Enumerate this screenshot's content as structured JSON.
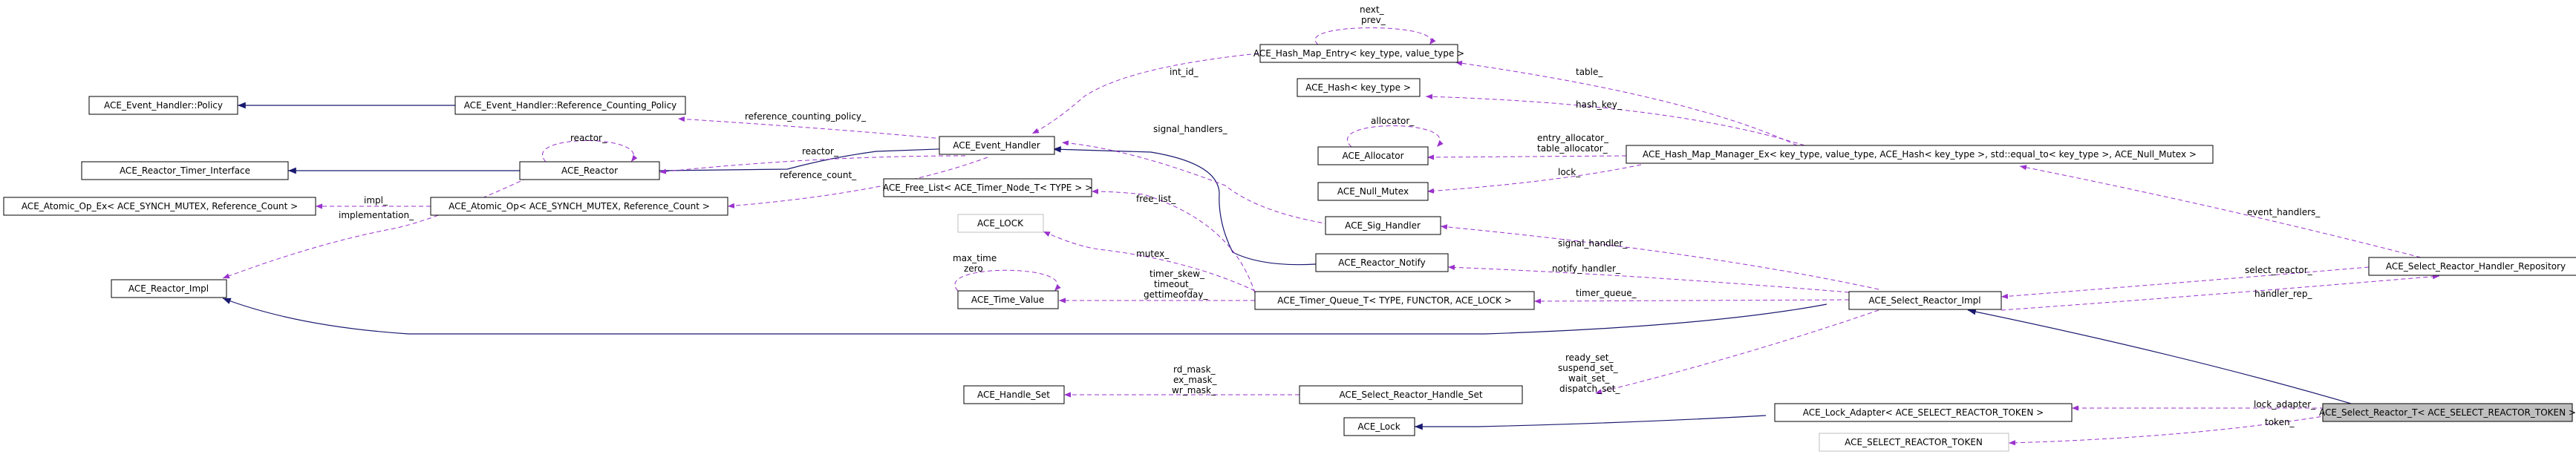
{
  "nodes": {
    "hash_map_entry": "ACE_Hash_Map_Entry< key_type, value_type >",
    "policy": "ACE_Event_Handler::Policy",
    "ref_counting_policy": "ACE_Event_Handler::Reference_Counting_Policy",
    "event_handler": "ACE_Event_Handler",
    "hash": "ACE_Hash< key_type >",
    "timer_interface": "ACE_Reactor_Timer_Interface",
    "reactor": "ACE_Reactor",
    "allocator": "ACE_Allocator",
    "hash_map_manager": "ACE_Hash_Map_Manager_Ex< key_type, value_type, ACE_Hash< key_type >, std::equal_to< key_type >, ACE_Null_Mutex >",
    "null_mutex": "ACE_Null_Mutex",
    "atomic_op_ex": "ACE_Atomic_Op_Ex< ACE_SYNCH_MUTEX, Reference_Count >",
    "atomic_op": "ACE_Atomic_Op< ACE_SYNCH_MUTEX, Reference_Count >",
    "free_list": "ACE_Free_List< ACE_Timer_Node_T< TYPE > >",
    "sig_handler": "ACE_Sig_Handler",
    "ace_lock_grey": "ACE_LOCK",
    "reactor_notify": "ACE_Reactor_Notify",
    "handler_repository": "ACE_Select_Reactor_Handler_Repository",
    "reactor_impl": "ACE_Reactor_Impl",
    "time_value": "ACE_Time_Value",
    "timer_queue": "ACE_Timer_Queue_T< TYPE, FUNCTOR, ACE_LOCK >",
    "select_reactor_impl": "ACE_Select_Reactor_Impl",
    "handle_set": "ACE_Handle_Set",
    "select_handle_set": "ACE_Select_Reactor_Handle_Set",
    "lock_adapter": "ACE_Lock_Adapter< ACE_SELECT_REACTOR_TOKEN >",
    "select_reactor_t": "ACE_Select_Reactor_T< ACE_SELECT_REACTOR_TOKEN >",
    "ace_lock": "ACE_Lock",
    "token": "ACE_SELECT_REACTOR_TOKEN"
  },
  "labels": {
    "next": "next_",
    "prev": "prev_",
    "int_id": "int_id_",
    "table": "table_",
    "hash_key": "hash_key_",
    "reference_counting_policy": "reference_counting_policy_",
    "reactor_self": "reactor_",
    "reactor_eh": "reactor_",
    "reference_count": "reference_count_",
    "signal_handlers": "signal_handlers_",
    "allocator_self": "allocator_",
    "entry_allocator": "entry_allocator_",
    "table_allocator": "table_allocator_",
    "lock": "lock_",
    "impl": "impl_",
    "implementation": "implementation_",
    "free_list": "free_list_",
    "mutex": "mutex_",
    "max_time": "max_time",
    "zero": "zero",
    "timer_skew": "timer_skew_",
    "timeout": "timeout_",
    "gettimeofday": "gettimeofday_",
    "signal_handler": "signal_handler_",
    "notify_handler": "notify_handler_",
    "timer_queue": "timer_queue_",
    "event_handlers": "event_handlers_",
    "select_reactor": "select_reactor_",
    "handler_rep": "handler_rep_",
    "rd_mask": "rd_mask_",
    "ex_mask": "ex_mask_",
    "wr_mask": "wr_mask_",
    "ready_set": "ready_set_",
    "suspend_set": "suspend_set_",
    "wait_set": "wait_set_",
    "dispatch_set": "dispatch_set_",
    "lock_adapter": "lock_adapter_",
    "token": "token_"
  },
  "colors": {
    "inheritance": "#191970",
    "usage": "#9a32cd",
    "highlight_fill": "#bfbfbf",
    "grey_border": "#bfbfbf"
  }
}
